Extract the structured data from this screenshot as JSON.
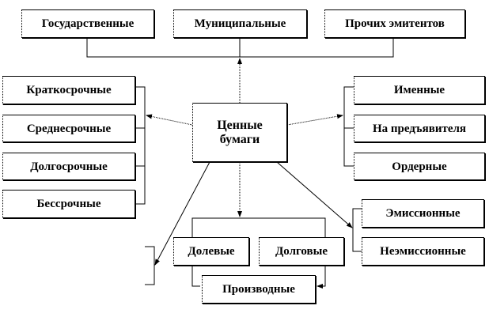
{
  "center": "Ценные бумаги",
  "issuers": [
    "Государственные",
    "Муниципальные",
    "Прочих эмитентов"
  ],
  "term": [
    "Краткосрочные",
    "Среднесрочные",
    "Долгосрочные",
    "Бессрочные"
  ],
  "ownership": [
    "Именные",
    "На предъявителя",
    "Ордерные"
  ],
  "emission": [
    "Эмиссионные",
    "Неэмиссионные"
  ],
  "type": [
    "Долевые",
    "Долговые",
    "Производные"
  ]
}
